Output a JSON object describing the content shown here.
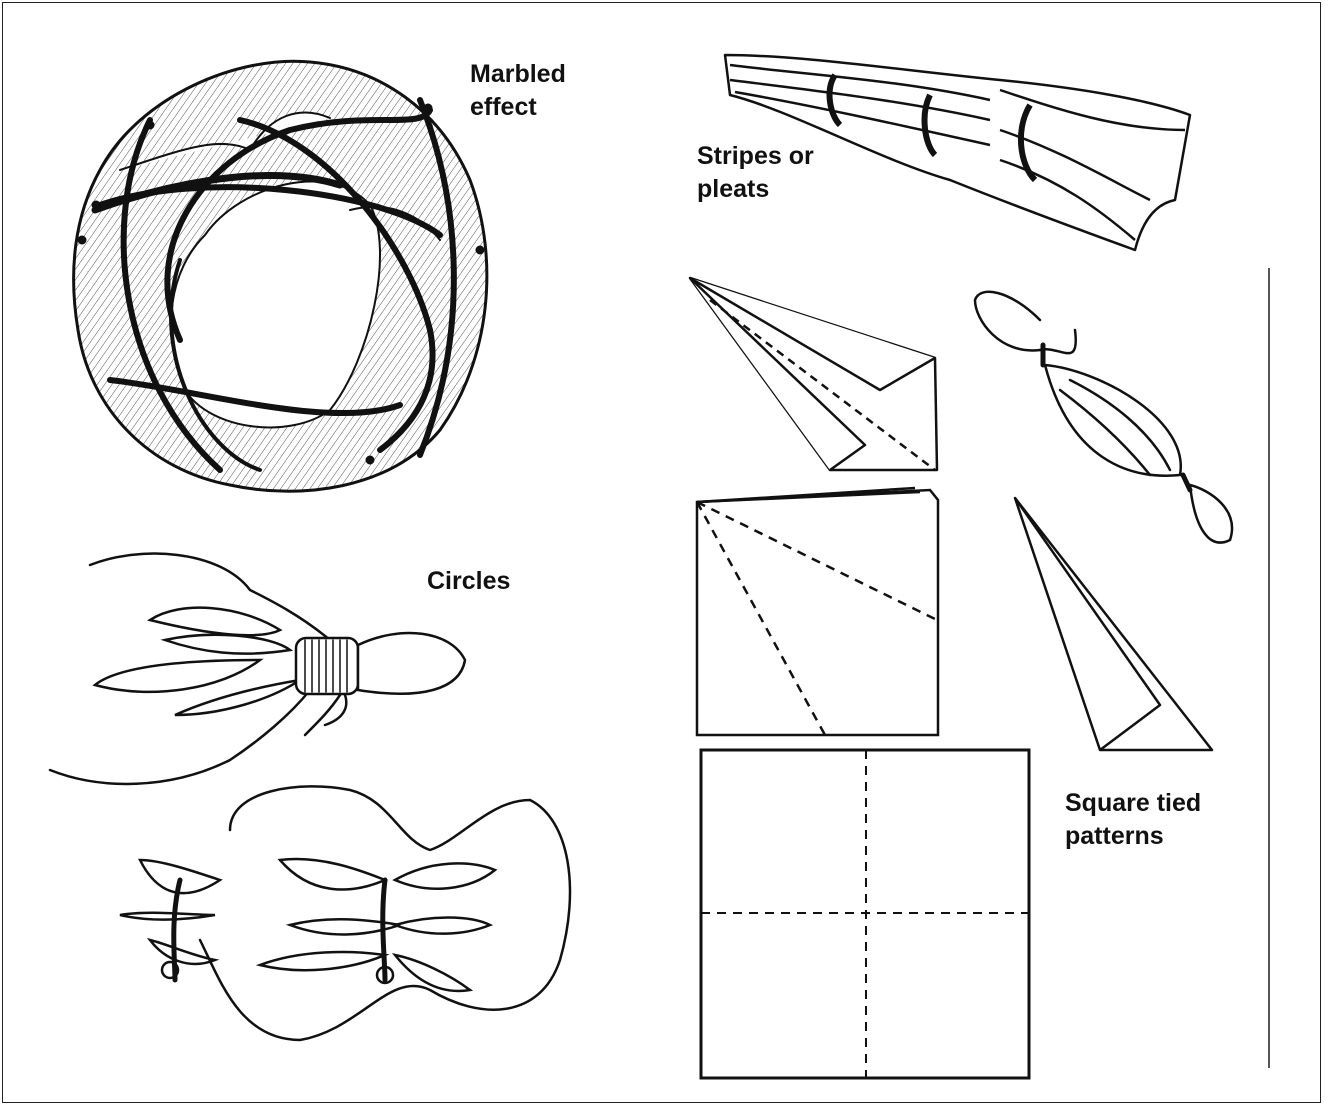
{
  "labels": {
    "marbled": "Marbled\neffect",
    "stripes": "Stripes or\npleats",
    "circles": "Circles",
    "square": "Square tied\npatterns"
  },
  "colors": {
    "ink": "#111111",
    "paper": "#ffffff",
    "hatch": "#555555"
  }
}
